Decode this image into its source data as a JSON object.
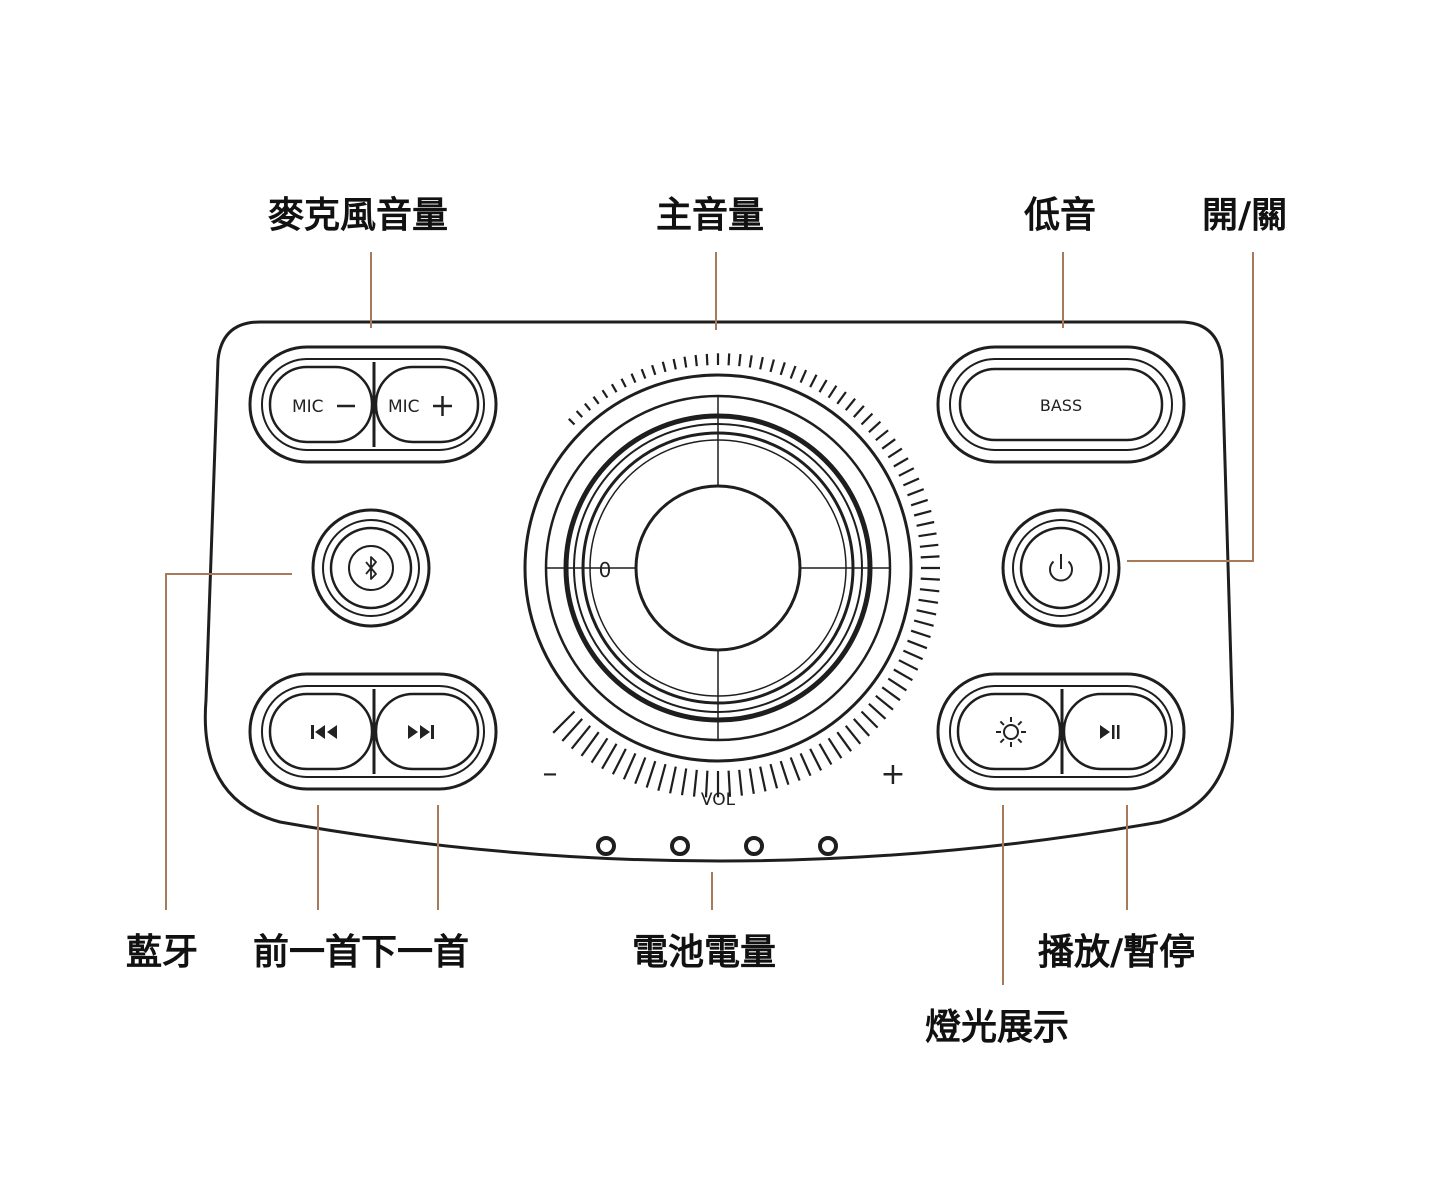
{
  "colors": {
    "leader_line": "#a87a5a",
    "outline": "#1e1e1e",
    "label_text": "#111111",
    "background": "#ffffff"
  },
  "labels": {
    "mic_volume": "麥克風音量",
    "main_volume": "主音量",
    "bass": "低音",
    "power": "開/關",
    "bluetooth": "藍牙",
    "prev_next": "前一首下一首",
    "battery": "電池電量",
    "play_pause": "播放/暫停",
    "light_show": "燈光展示"
  },
  "panel": {
    "mic_minus": "MIC",
    "mic_plus": "MIC",
    "bass_button": "BASS",
    "vol_label": "VOL",
    "vol_minus": "–",
    "vol_plus": "+",
    "knob_mark": "0",
    "battery_led_count": 4
  },
  "icons": {
    "bluetooth": "bluetooth-icon",
    "power": "power-icon",
    "previous": "previous-track-icon",
    "next": "next-track-icon",
    "light": "sun-icon",
    "play_pause": "play-pause-icon"
  }
}
